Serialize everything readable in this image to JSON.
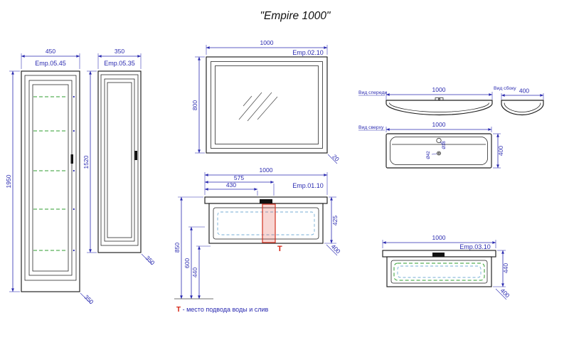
{
  "title": "\"Empire 1000\"",
  "palette": {
    "dimension": "#2a2ab0",
    "drawing": "#1c1c1c",
    "shelf_green": "#2f9e2f",
    "accent_red": "#d42010"
  },
  "cabinet_tall_450": {
    "code": "Emp.05.45",
    "width": "450",
    "height": "1950",
    "depth": "350"
  },
  "cabinet_tall_350": {
    "code": "Emp.05.35",
    "width": "350",
    "height": "1520",
    "depth": "350"
  },
  "mirror": {
    "code": "Emp.02.10",
    "width": "1000",
    "height": "800",
    "depth": "20"
  },
  "vanity": {
    "code": "Emp.01.10",
    "width": "1000",
    "dim_575": "575",
    "dim_430": "430",
    "height_425": "425",
    "height_850": "850",
    "height_600": "600",
    "height_440": "440",
    "depth": "400",
    "t_marker": "Т"
  },
  "sink": {
    "front_view_label": "Вид спереди",
    "side_view_label": "Вид сбоку",
    "top_view_label": "Вид сверху",
    "front_width": "1000",
    "side_width": "400",
    "top_width": "1000",
    "top_depth": "400",
    "faucet_hole": "Ø38",
    "drain_hole": "Ø42"
  },
  "washbasin_cabinet": {
    "code": "Emp.03.10",
    "width": "1000",
    "height": "440",
    "depth": "400"
  },
  "note": {
    "marker": "Т",
    "text": " - место подвода воды и слив"
  }
}
